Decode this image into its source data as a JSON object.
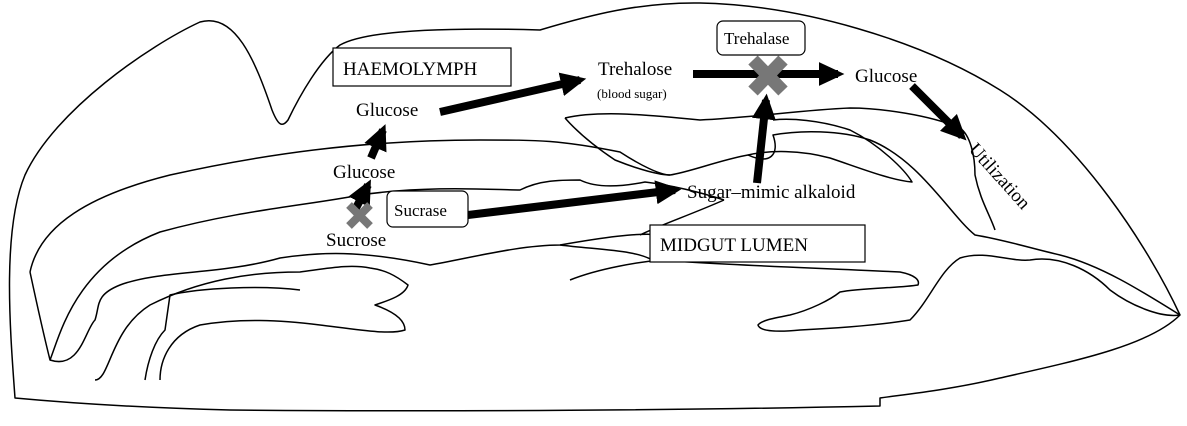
{
  "labels": {
    "haemolymph": "HAEMOLYMPH",
    "midgut_lumen": "MIDGUT LUMEN",
    "trehalase": "Trehalase",
    "sucrase": "Sucrase",
    "glucose_upper": "Glucose",
    "glucose_lower": "Glucose",
    "glucose_right": "Glucose",
    "sucrose": "Sucrose",
    "trehalose": "Trehalose",
    "trehalose_sub": "(blood sugar)",
    "alkaloid": "Sugar–mimic alkaloid",
    "utilization": "Utilization"
  },
  "colors": {
    "arrow": "#000000",
    "inhibition_cross": "#777777",
    "outline": "#000000"
  }
}
